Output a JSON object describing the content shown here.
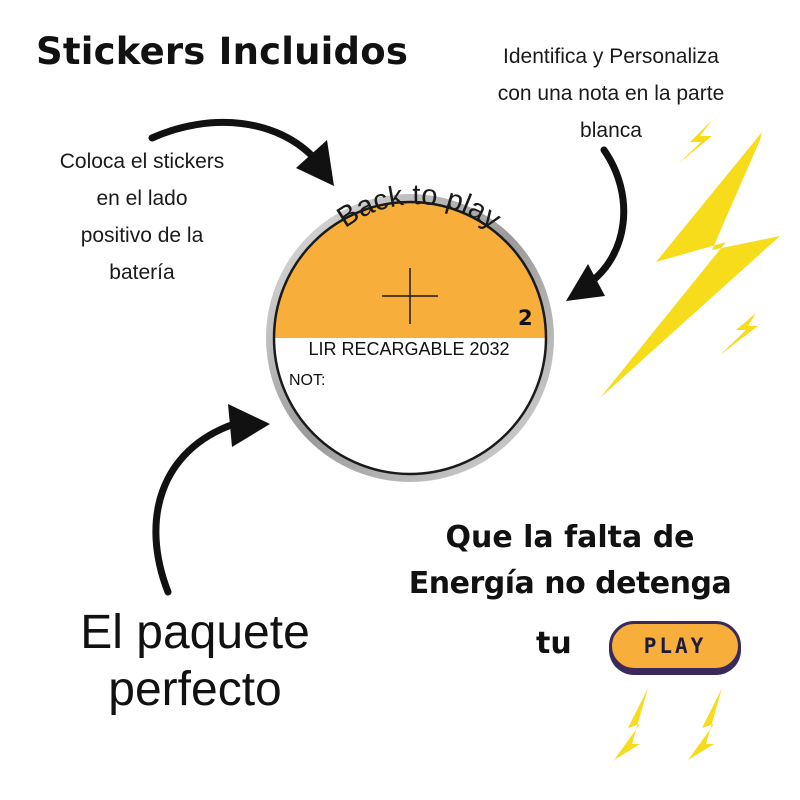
{
  "title": "Stickers Incluidos",
  "note_left": [
    "Coloca el stickers",
    "en el lado",
    "positivo de la",
    "batería"
  ],
  "note_right": [
    "Identifica y Personaliza",
    "con una nota en  la parte",
    "blanca"
  ],
  "battery": {
    "arc_text": "Back to play",
    "number": "2",
    "model": "LIR RECARGABLE 2032",
    "note_label": "NOT:"
  },
  "big_text": [
    "El paquete",
    "perfecto"
  ],
  "tagline": [
    "Que la falta de",
    "Energía no detenga",
    "tu"
  ],
  "play_button": "PLAY",
  "colors": {
    "accent": "#f8ae3a",
    "bolt": "#f7dc1c",
    "ink": "#111111",
    "button_border": "#3a2a5c"
  }
}
